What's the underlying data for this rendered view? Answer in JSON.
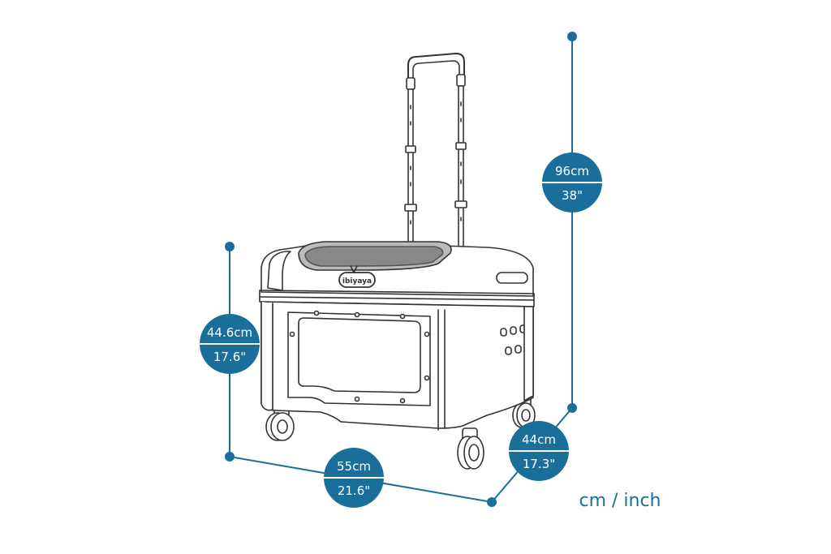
{
  "colors": {
    "accent": "#1a6f9a",
    "outline": "#333333",
    "badge_text": "#ffffff"
  },
  "product": {
    "brand_logo": "ibiyaya"
  },
  "dimensions": {
    "height": {
      "metric": "96cm",
      "imperial": "38\""
    },
    "body_height": {
      "metric": "44.6cm",
      "imperial": "17.6\""
    },
    "width": {
      "metric": "55cm",
      "imperial": "21.6\""
    },
    "depth": {
      "metric": "44cm",
      "imperial": "17.3\""
    }
  },
  "units_label": "cm / inch"
}
